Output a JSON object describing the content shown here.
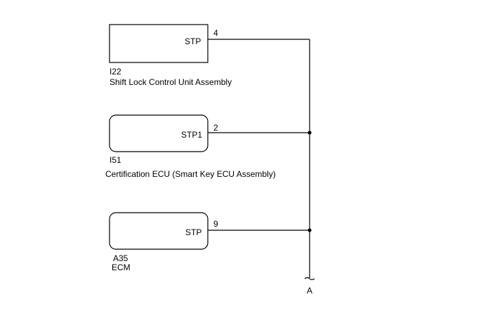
{
  "components": [
    {
      "connector": "I22",
      "name": "Shift Lock Control Unit Assembly",
      "terminal": "STP",
      "pin": "4"
    },
    {
      "connector": "I51",
      "name": "Certification ECU (Smart Key ECU Assembly)",
      "terminal": "STP1",
      "pin": "2"
    },
    {
      "connector": "A35",
      "name": "ECM",
      "terminal": "STP",
      "pin": "9"
    }
  ],
  "continuation_label": "A"
}
